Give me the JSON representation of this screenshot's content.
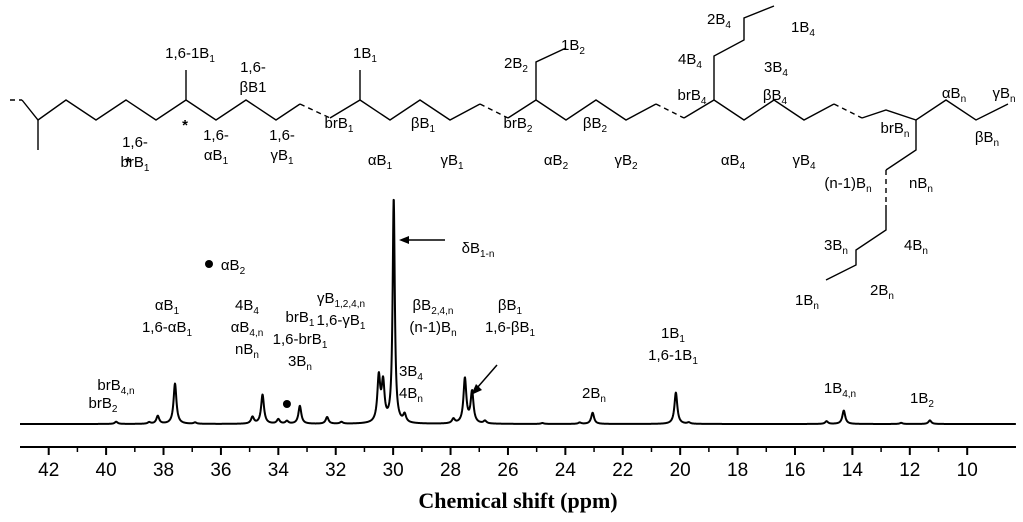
{
  "chart_data": {
    "type": "line",
    "title": "",
    "xlabel": "Chemical shift (ppm)",
    "ylabel": "",
    "xlim": [
      43,
      8.3
    ],
    "x_reversed": true,
    "xticks": [
      42,
      40,
      38,
      36,
      34,
      32,
      30,
      28,
      26,
      24,
      22,
      20,
      18,
      16,
      14,
      12,
      10
    ],
    "baseline_ppm": [
      43.0,
      8.3
    ],
    "peaks": [
      {
        "ppm": 39.65,
        "height": 0.01
      },
      {
        "ppm": 38.5,
        "height": 0.007
      },
      {
        "ppm": 38.2,
        "height": 0.035
      },
      {
        "ppm": 37.6,
        "height": 0.18
      },
      {
        "ppm": 36.9,
        "height": 0.006
      },
      {
        "ppm": 34.9,
        "height": 0.03
      },
      {
        "ppm": 34.55,
        "height": 0.13
      },
      {
        "ppm": 34.0,
        "height": 0.02
      },
      {
        "ppm": 33.7,
        "height": 0.012
      },
      {
        "ppm": 33.25,
        "height": 0.08
      },
      {
        "ppm": 32.3,
        "height": 0.03
      },
      {
        "ppm": 31.8,
        "height": 0.008
      },
      {
        "ppm": 30.5,
        "height": 0.2
      },
      {
        "ppm": 30.35,
        "height": 0.17
      },
      {
        "ppm": 29.98,
        "height": 1.0
      },
      {
        "ppm": 29.6,
        "height": 0.035
      },
      {
        "ppm": 27.9,
        "height": 0.02
      },
      {
        "ppm": 27.5,
        "height": 0.2
      },
      {
        "ppm": 27.25,
        "height": 0.14
      },
      {
        "ppm": 26.8,
        "height": 0.012
      },
      {
        "ppm": 24.8,
        "height": 0.004
      },
      {
        "ppm": 23.5,
        "height": 0.006
      },
      {
        "ppm": 23.05,
        "height": 0.05
      },
      {
        "ppm": 20.15,
        "height": 0.14
      },
      {
        "ppm": 19.7,
        "height": 0.006
      },
      {
        "ppm": 14.9,
        "height": 0.012
      },
      {
        "ppm": 14.3,
        "height": 0.06
      },
      {
        "ppm": 12.3,
        "height": 0.005
      },
      {
        "ppm": 11.3,
        "height": 0.016
      }
    ],
    "annotations": [
      {
        "id": "brB2",
        "lines": [
          [
            "brB",
            "2"
          ]
        ]
      },
      {
        "id": "brB4n",
        "lines": [
          [
            "brB",
            "4,n"
          ]
        ]
      },
      {
        "id": "alphaB1",
        "lines": [
          [
            "αB",
            "1"
          ],
          [
            "1,6-αB",
            "1"
          ]
        ]
      },
      {
        "id": "alphaB2",
        "lines": [
          [
            "αB",
            "2"
          ]
        ]
      },
      {
        "id": "p345",
        "lines": [
          [
            "4B",
            "4"
          ],
          [
            "αB",
            "4,n"
          ],
          [
            "nB",
            "n"
          ]
        ]
      },
      {
        "id": "brB1",
        "lines": [
          [
            "brB",
            "1"
          ],
          [
            "1,6-brB",
            "1"
          ],
          [
            "3B",
            "n"
          ]
        ]
      },
      {
        "id": "gammaB",
        "lines": [
          [
            "γB",
            "1,2,4,n"
          ],
          [
            "1,6-γB",
            "1"
          ]
        ]
      },
      {
        "id": "deltaB",
        "lines": [
          [
            "δB",
            "1-n"
          ]
        ]
      },
      {
        "id": "p297",
        "lines": [
          [
            "3B",
            "4"
          ],
          [
            "4B",
            "n"
          ]
        ]
      },
      {
        "id": "betaB24n",
        "lines": [
          [
            "βB",
            "2,4,n"
          ],
          [
            "(n-1)B",
            "n"
          ]
        ]
      },
      {
        "id": "betaB1",
        "lines": [
          [
            "βB",
            "1"
          ],
          [
            "1,6-βB",
            "1"
          ]
        ]
      },
      {
        "id": "twoBn",
        "lines": [
          [
            "2B",
            "n"
          ]
        ]
      },
      {
        "id": "oneB1",
        "lines": [
          [
            "1B",
            "1"
          ],
          [
            "1,6-1B",
            "1"
          ]
        ]
      },
      {
        "id": "oneB4n",
        "lines": [
          [
            "1B",
            "4,n"
          ]
        ]
      },
      {
        "id": "oneB2",
        "lines": [
          [
            "1B",
            "2"
          ]
        ]
      }
    ]
  },
  "structure": {
    "labels": [
      {
        "id": "s-16-1B1",
        "lines": [
          [
            "1,6-1B",
            "1"
          ]
        ]
      },
      {
        "id": "s-16-bB1",
        "lines": [
          [
            "1,6-",
            ""
          ],
          [
            "βB1",
            ""
          ]
        ]
      },
      {
        "id": "s-16-brB1",
        "lines": [
          [
            "1,6-",
            ""
          ],
          [
            "brB",
            "1"
          ]
        ]
      },
      {
        "id": "s-16-aB1",
        "lines": [
          [
            "1,6-",
            ""
          ],
          [
            "αB",
            "1"
          ]
        ]
      },
      {
        "id": "s-16-gB1",
        "lines": [
          [
            "1,6-",
            ""
          ],
          [
            "γB",
            "1"
          ]
        ]
      },
      {
        "id": "s-1B1",
        "lines": [
          [
            "1B",
            "1"
          ]
        ]
      },
      {
        "id": "s-brB1",
        "lines": [
          [
            "brB",
            "1"
          ]
        ]
      },
      {
        "id": "s-bB1",
        "lines": [
          [
            "βB",
            "1"
          ]
        ]
      },
      {
        "id": "s-aB1",
        "lines": [
          [
            "αB",
            "1"
          ]
        ]
      },
      {
        "id": "s-gB1",
        "lines": [
          [
            "γB",
            "1"
          ]
        ]
      },
      {
        "id": "s-1B2",
        "lines": [
          [
            "1B",
            "2"
          ]
        ]
      },
      {
        "id": "s-2B2",
        "lines": [
          [
            "2B",
            "2"
          ]
        ]
      },
      {
        "id": "s-brB2",
        "lines": [
          [
            "brB",
            "2"
          ]
        ]
      },
      {
        "id": "s-bB2",
        "lines": [
          [
            "βB",
            "2"
          ]
        ]
      },
      {
        "id": "s-aB2",
        "lines": [
          [
            "αB",
            "2"
          ]
        ]
      },
      {
        "id": "s-gB2",
        "lines": [
          [
            "γB",
            "2"
          ]
        ]
      },
      {
        "id": "s-2B4",
        "lines": [
          [
            "2B",
            "4"
          ]
        ]
      },
      {
        "id": "s-1B4",
        "lines": [
          [
            "1B",
            "4"
          ]
        ]
      },
      {
        "id": "s-4B4",
        "lines": [
          [
            "4B",
            "4"
          ]
        ]
      },
      {
        "id": "s-3B4",
        "lines": [
          [
            "3B",
            "4"
          ]
        ]
      },
      {
        "id": "s-brB4",
        "lines": [
          [
            "brB",
            "4"
          ]
        ]
      },
      {
        "id": "s-bB4",
        "lines": [
          [
            "βB",
            "4"
          ]
        ]
      },
      {
        "id": "s-aB4",
        "lines": [
          [
            "αB",
            "4"
          ]
        ]
      },
      {
        "id": "s-gB4",
        "lines": [
          [
            "γB",
            "4"
          ]
        ]
      },
      {
        "id": "s-aBn",
        "lines": [
          [
            "αB",
            "n"
          ]
        ]
      },
      {
        "id": "s-gBn",
        "lines": [
          [
            "γB",
            "n"
          ]
        ]
      },
      {
        "id": "s-brBn",
        "lines": [
          [
            "brB",
            "n"
          ]
        ]
      },
      {
        "id": "s-bBn",
        "lines": [
          [
            "βB",
            "n"
          ]
        ]
      },
      {
        "id": "s-nBn",
        "lines": [
          [
            "nB",
            "n"
          ]
        ]
      },
      {
        "id": "s-n1Bn",
        "lines": [
          [
            "(n-1)B",
            "n"
          ]
        ]
      },
      {
        "id": "s-4Bn",
        "lines": [
          [
            "4B",
            "n"
          ]
        ]
      },
      {
        "id": "s-3Bn",
        "lines": [
          [
            "3B",
            "n"
          ]
        ]
      },
      {
        "id": "s-2Bn",
        "lines": [
          [
            "2B",
            "n"
          ]
        ]
      },
      {
        "id": "s-1Bn",
        "lines": [
          [
            "1B",
            "n"
          ]
        ]
      }
    ],
    "asterisk": "*"
  }
}
